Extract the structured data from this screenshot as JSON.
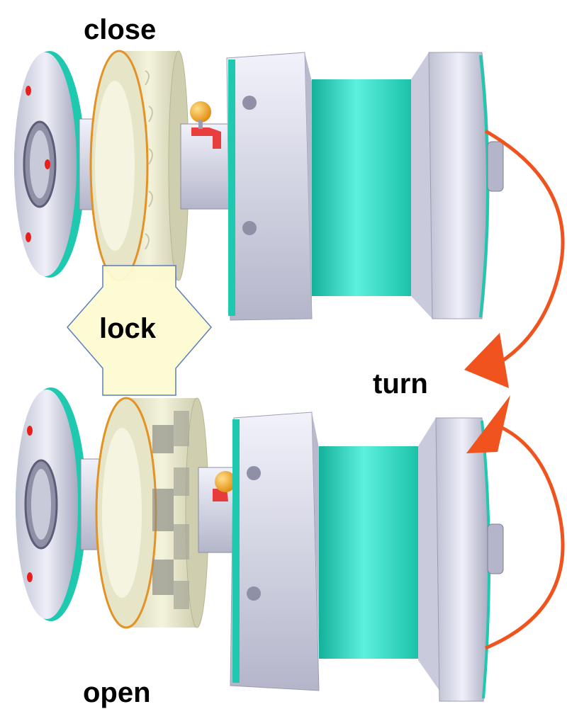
{
  "labels": {
    "close": "close",
    "lock": "lock",
    "turn": "turn",
    "open": "open"
  },
  "colors": {
    "body_teal": "#23d1b6",
    "body_teal_light": "#5cf0de",
    "metal_light": "#e6e7f3",
    "metal_mid": "#c7c8d9",
    "metal_dark": "#9c9db4",
    "coupling": "#f2f1d6",
    "coupling_edge": "#e39226",
    "lock_arrow_fill": "#fdfbd2",
    "lock_arrow_stroke": "#5577bb",
    "turn_arrow": "#f0531e",
    "bolt_hole": "#e8201d",
    "pin_ball": "#f5a21b"
  },
  "icons": {
    "lock_arrow": "double-headed-arrow",
    "turn_arrow": "curved-rotation-arrow"
  }
}
